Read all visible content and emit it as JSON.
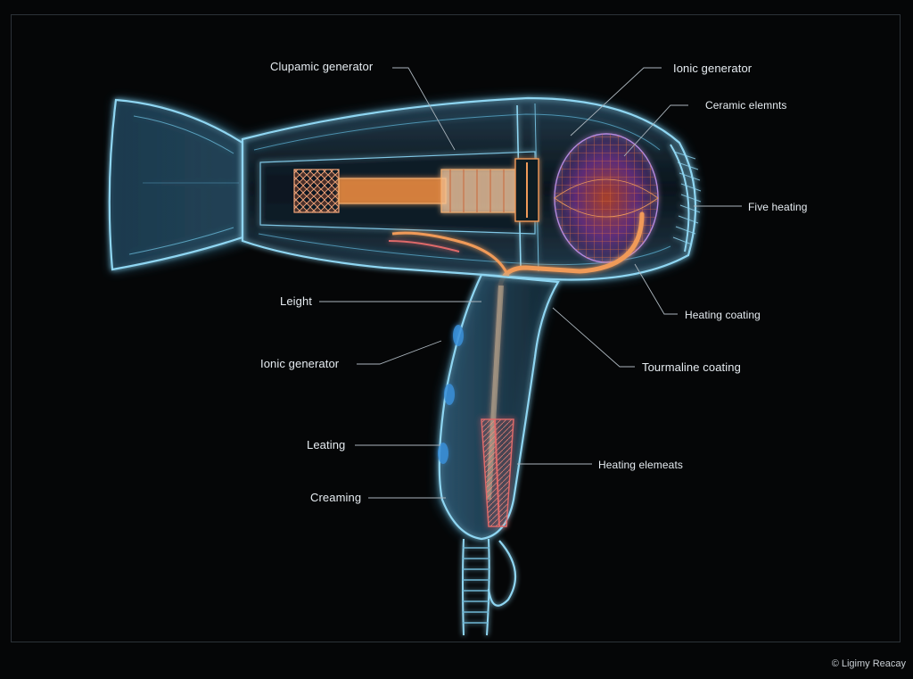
{
  "labels": {
    "clupamic_generator": "Clupamic generator",
    "ionic_generator_top": "Ionic generator",
    "ceramic_elements": "Ceramic elemnts",
    "five_heating": "Five heating",
    "heating_coating": "Heating coating",
    "tourmaline_coating": "Tourmaline coating",
    "heating_elements": "Heating elemeats",
    "leight": "Leight",
    "ionic_generator_left": "Ionic generator",
    "leating": "Leating",
    "creaming": "Creaming"
  },
  "watermark": "© Ligimy Reacay",
  "colors": {
    "background": "#050607",
    "shell": "#8fd6f2",
    "shell_glow": "#3fa9d8",
    "heating_orange": "#f09a58",
    "coil_red": "#e06a6a",
    "filter_mesh": "#9a4fc0",
    "label_text": "#e6ecf1"
  }
}
